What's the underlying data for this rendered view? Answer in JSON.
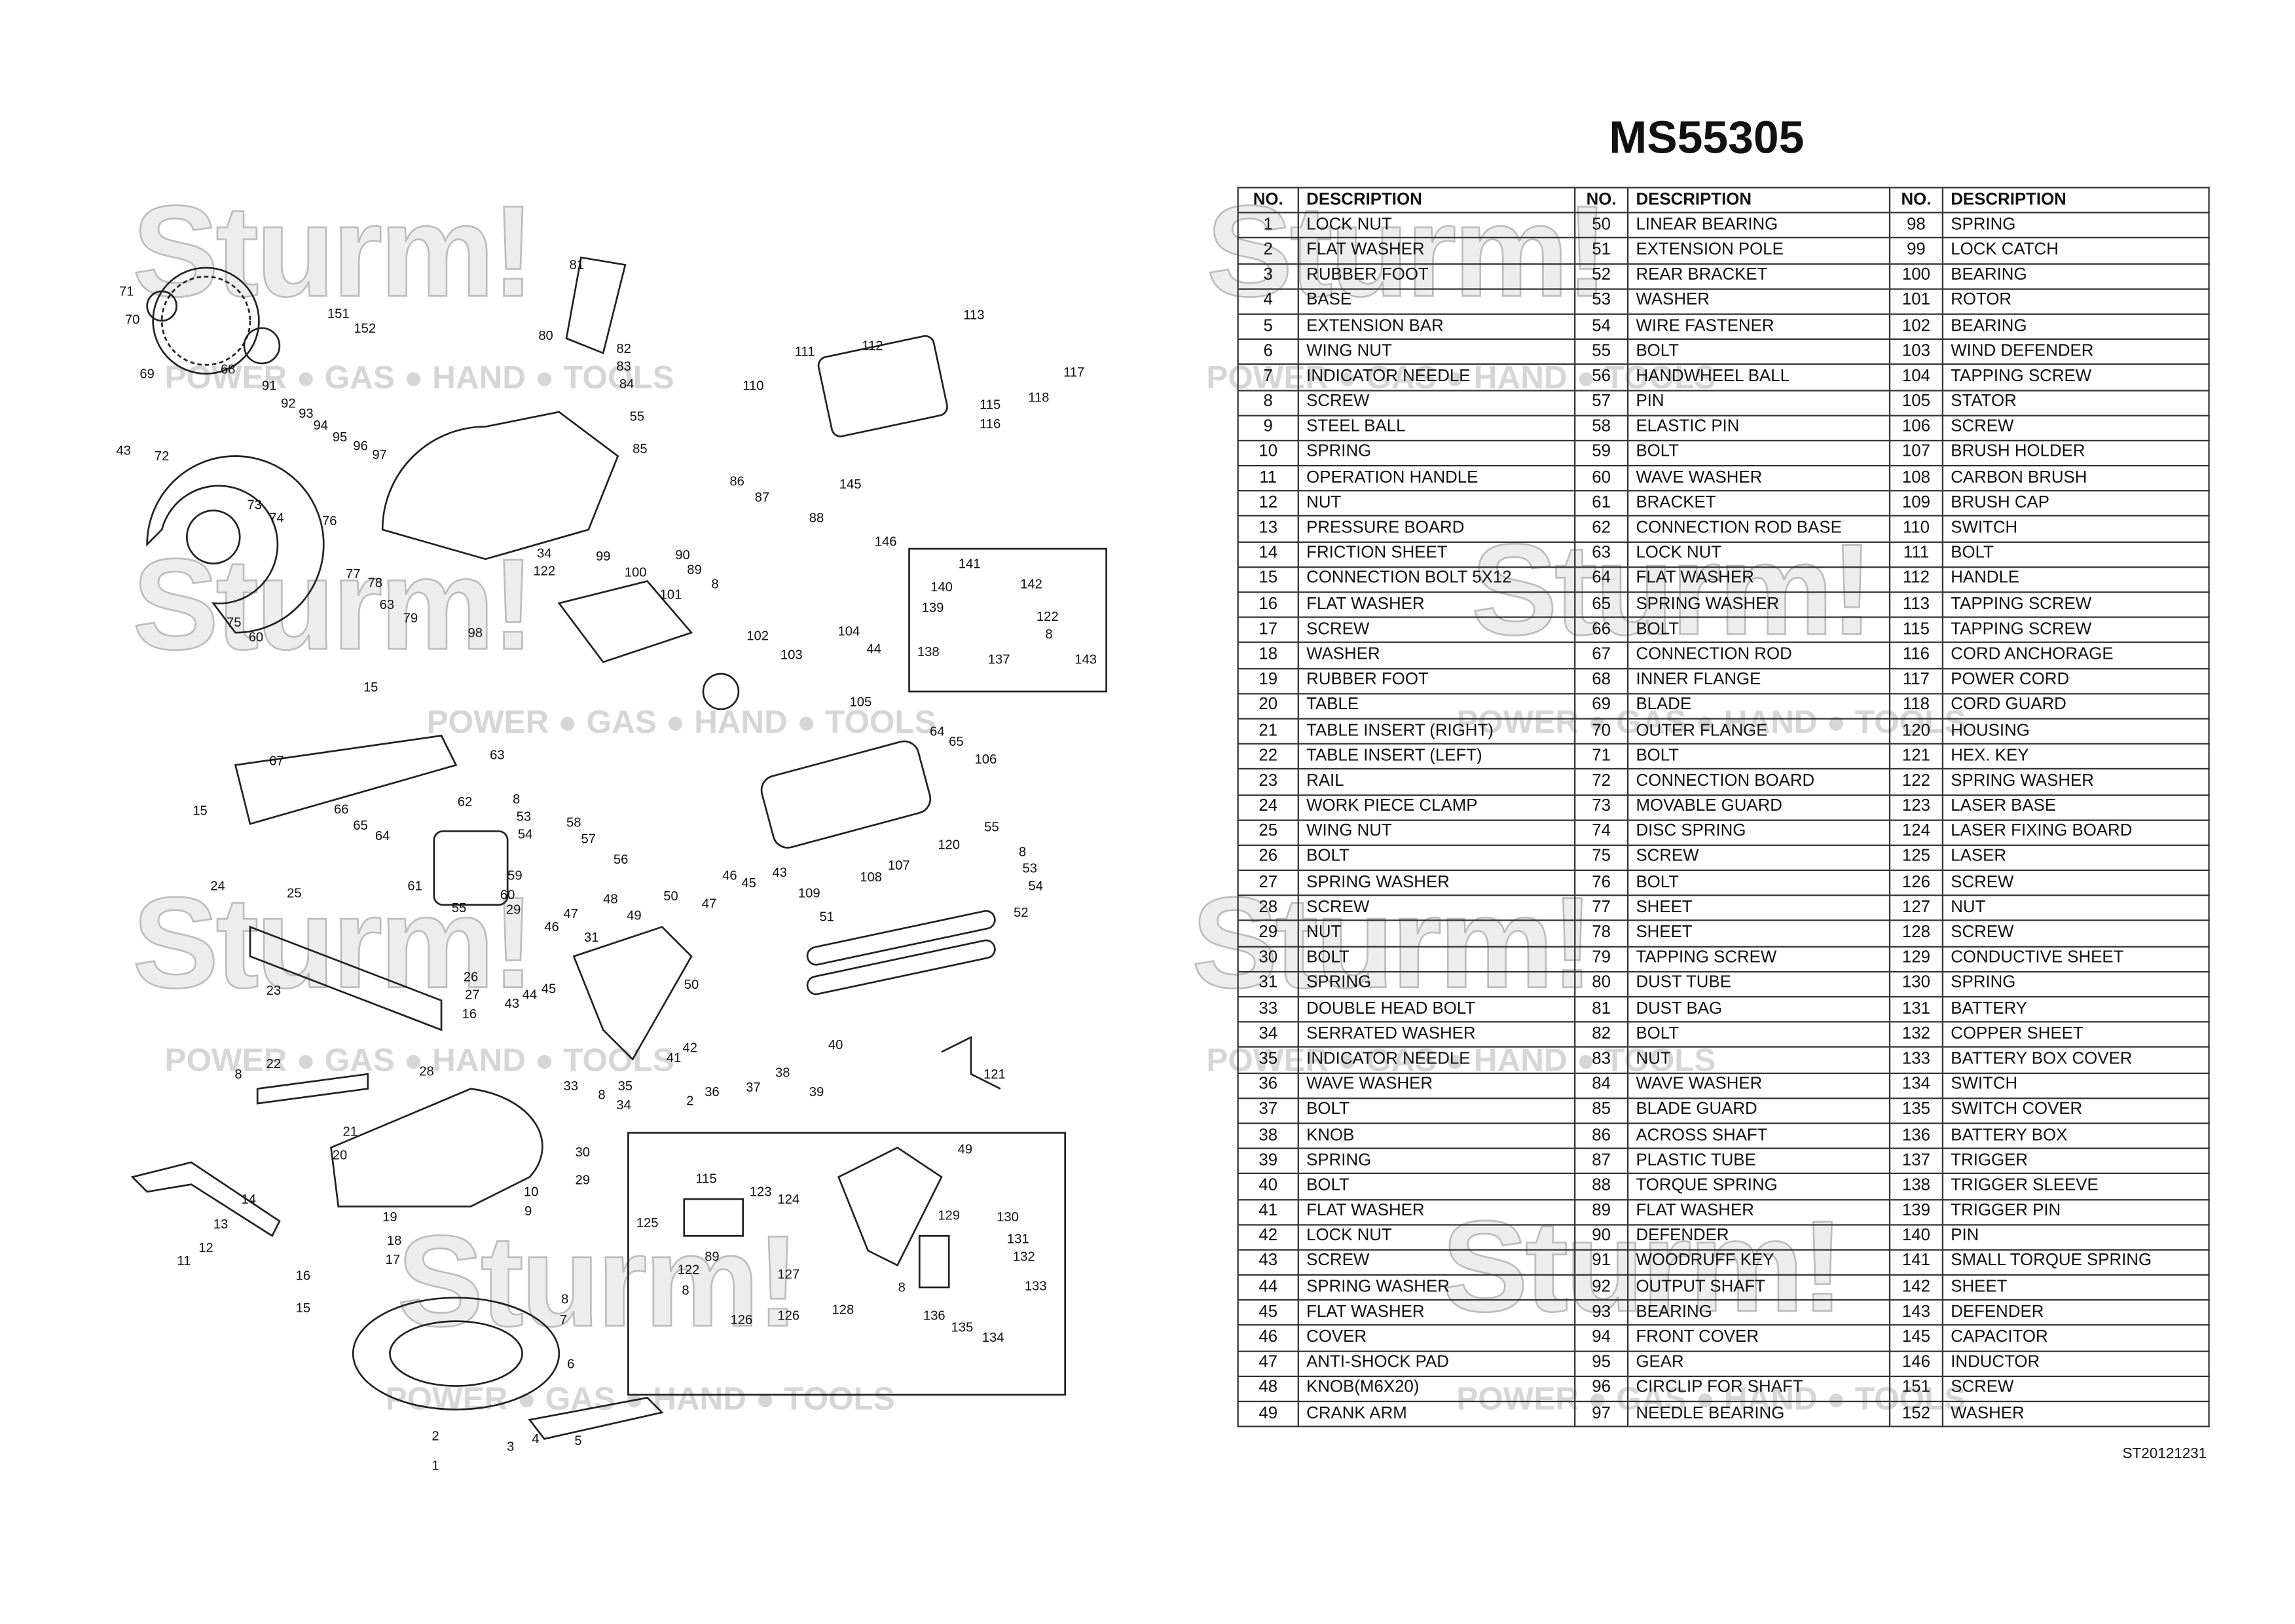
{
  "title": "MS55305",
  "doc_id": "ST20121231",
  "watermark": {
    "logo": "Sturm!",
    "tagline": "POWER ● GAS ● HAND ● TOOLS"
  },
  "table": {
    "header_no": "NO.",
    "header_desc": "DESCRIPTION",
    "columns": [
      [
        [
          "1",
          "LOCK NUT"
        ],
        [
          "2",
          "FLAT WASHER"
        ],
        [
          "3",
          "RUBBER FOOT"
        ],
        [
          "4",
          "BASE"
        ],
        [
          "5",
          "EXTENSION BAR"
        ],
        [
          "6",
          "WING NUT"
        ],
        [
          "7",
          "INDICATOR NEEDLE"
        ],
        [
          "8",
          "SCREW"
        ],
        [
          "9",
          "STEEL BALL"
        ],
        [
          "10",
          "SPRING"
        ],
        [
          "11",
          "OPERATION HANDLE"
        ],
        [
          "12",
          "NUT"
        ],
        [
          "13",
          "PRESSURE BOARD"
        ],
        [
          "14",
          "FRICTION SHEET"
        ],
        [
          "15",
          "CONNECTION BOLT 5X12"
        ],
        [
          "16",
          "FLAT WASHER"
        ],
        [
          "17",
          "SCREW"
        ],
        [
          "18",
          "WASHER"
        ],
        [
          "19",
          "RUBBER FOOT"
        ],
        [
          "20",
          "TABLE"
        ],
        [
          "21",
          "TABLE INSERT (RIGHT)"
        ],
        [
          "22",
          "TABLE INSERT (LEFT)"
        ],
        [
          "23",
          "RAIL"
        ],
        [
          "24",
          "WORK PIECE CLAMP"
        ],
        [
          "25",
          "WING NUT"
        ],
        [
          "26",
          "BOLT"
        ],
        [
          "27",
          "SPRING WASHER"
        ],
        [
          "28",
          "SCREW"
        ],
        [
          "29",
          "NUT"
        ],
        [
          "30",
          "BOLT"
        ],
        [
          "31",
          "SPRING"
        ],
        [
          "33",
          "DOUBLE HEAD BOLT"
        ],
        [
          "34",
          "SERRATED WASHER"
        ],
        [
          "35",
          "INDICATOR NEEDLE"
        ],
        [
          "36",
          "WAVE WASHER"
        ],
        [
          "37",
          "BOLT"
        ],
        [
          "38",
          "KNOB"
        ],
        [
          "39",
          "SPRING"
        ],
        [
          "40",
          "BOLT"
        ],
        [
          "41",
          "FLAT WASHER"
        ],
        [
          "42",
          "LOCK NUT"
        ],
        [
          "43",
          "SCREW"
        ],
        [
          "44",
          "SPRING WASHER"
        ],
        [
          "45",
          "FLAT WASHER"
        ],
        [
          "46",
          "COVER"
        ],
        [
          "47",
          "ANTI-SHOCK PAD"
        ],
        [
          "48",
          "KNOB(M6X20)"
        ],
        [
          "49",
          "CRANK ARM"
        ]
      ],
      [
        [
          "50",
          "LINEAR BEARING"
        ],
        [
          "51",
          "EXTENSION POLE"
        ],
        [
          "52",
          "REAR BRACKET"
        ],
        [
          "53",
          "WASHER"
        ],
        [
          "54",
          "WIRE FASTENER"
        ],
        [
          "55",
          "BOLT"
        ],
        [
          "56",
          "HANDWHEEL BALL"
        ],
        [
          "57",
          "PIN"
        ],
        [
          "58",
          "ELASTIC PIN"
        ],
        [
          "59",
          "BOLT"
        ],
        [
          "60",
          "WAVE WASHER"
        ],
        [
          "61",
          "BRACKET"
        ],
        [
          "62",
          "CONNECTION ROD BASE"
        ],
        [
          "63",
          "LOCK NUT"
        ],
        [
          "64",
          "FLAT WASHER"
        ],
        [
          "65",
          "SPRING WASHER"
        ],
        [
          "66",
          "BOLT"
        ],
        [
          "67",
          "CONNECTION ROD"
        ],
        [
          "68",
          "INNER FLANGE"
        ],
        [
          "69",
          "BLADE"
        ],
        [
          "70",
          "OUTER FLANGE"
        ],
        [
          "71",
          "BOLT"
        ],
        [
          "72",
          "CONNECTION BOARD"
        ],
        [
          "73",
          "MOVABLE GUARD"
        ],
        [
          "74",
          "DISC SPRING"
        ],
        [
          "75",
          "SCREW"
        ],
        [
          "76",
          "BOLT"
        ],
        [
          "77",
          "SHEET"
        ],
        [
          "78",
          "SHEET"
        ],
        [
          "79",
          "TAPPING SCREW"
        ],
        [
          "80",
          "DUST TUBE"
        ],
        [
          "81",
          "DUST BAG"
        ],
        [
          "82",
          "BOLT"
        ],
        [
          "83",
          "NUT"
        ],
        [
          "84",
          "WAVE WASHER"
        ],
        [
          "85",
          "BLADE GUARD"
        ],
        [
          "86",
          "ACROSS SHAFT"
        ],
        [
          "87",
          "PLASTIC TUBE"
        ],
        [
          "88",
          "TORQUE SPRING"
        ],
        [
          "89",
          "FLAT WASHER"
        ],
        [
          "90",
          "DEFENDER"
        ],
        [
          "91",
          "WOODRUFF KEY"
        ],
        [
          "92",
          "OUTPUT SHAFT"
        ],
        [
          "93",
          "BEARING"
        ],
        [
          "94",
          "FRONT COVER"
        ],
        [
          "95",
          "GEAR"
        ],
        [
          "96",
          "CIRCLIP FOR SHAFT"
        ],
        [
          "97",
          "NEEDLE BEARING"
        ]
      ],
      [
        [
          "98",
          "SPRING"
        ],
        [
          "99",
          "LOCK CATCH"
        ],
        [
          "100",
          "BEARING"
        ],
        [
          "101",
          "ROTOR"
        ],
        [
          "102",
          "BEARING"
        ],
        [
          "103",
          "WIND DEFENDER"
        ],
        [
          "104",
          "TAPPING SCREW"
        ],
        [
          "105",
          "STATOR"
        ],
        [
          "106",
          "SCREW"
        ],
        [
          "107",
          "BRUSH HOLDER"
        ],
        [
          "108",
          "CARBON BRUSH"
        ],
        [
          "109",
          "BRUSH CAP"
        ],
        [
          "110",
          "SWITCH"
        ],
        [
          "111",
          "BOLT"
        ],
        [
          "112",
          "HANDLE"
        ],
        [
          "113",
          "TAPPING SCREW"
        ],
        [
          "115",
          "TAPPING SCREW"
        ],
        [
          "116",
          "CORD ANCHORAGE"
        ],
        [
          "117",
          "POWER CORD"
        ],
        [
          "118",
          "CORD GUARD"
        ],
        [
          "120",
          "HOUSING"
        ],
        [
          "121",
          "HEX. KEY"
        ],
        [
          "122",
          "SPRING WASHER"
        ],
        [
          "123",
          "LASER BASE"
        ],
        [
          "124",
          "LASER FIXING BOARD"
        ],
        [
          "125",
          "LASER"
        ],
        [
          "126",
          "SCREW"
        ],
        [
          "127",
          "NUT"
        ],
        [
          "128",
          "SCREW"
        ],
        [
          "129",
          "CONDUCTIVE SHEET"
        ],
        [
          "130",
          "SPRING"
        ],
        [
          "131",
          "BATTERY"
        ],
        [
          "132",
          "COPPER SHEET"
        ],
        [
          "133",
          "BATTERY BOX COVER"
        ],
        [
          "134",
          "SWITCH"
        ],
        [
          "135",
          "SWITCH COVER"
        ],
        [
          "136",
          "BATTERY BOX"
        ],
        [
          "137",
          "TRIGGER"
        ],
        [
          "138",
          "TRIGGER SLEEVE"
        ],
        [
          "139",
          "TRIGGER PIN"
        ],
        [
          "140",
          "PIN"
        ],
        [
          "141",
          "SMALL TORQUE SPRING"
        ],
        [
          "142",
          "SHEET"
        ],
        [
          "143",
          "DEFENDER"
        ],
        [
          "145",
          "CAPACITOR"
        ],
        [
          "146",
          "INDUCTOR"
        ],
        [
          "151",
          "SCREW"
        ],
        [
          "152",
          "WASHER"
        ]
      ]
    ]
  },
  "callouts": [
    "71",
    "70",
    "69",
    "68",
    "151",
    "152",
    "81",
    "80",
    "82",
    "83",
    "84",
    "91",
    "92",
    "93",
    "94",
    "95",
    "96",
    "97",
    "55",
    "85",
    "43",
    "72",
    "73",
    "74",
    "76",
    "77",
    "78",
    "63",
    "79",
    "75",
    "60",
    "98",
    "34",
    "122",
    "99",
    "100",
    "101",
    "90",
    "89",
    "8",
    "86",
    "87",
    "88",
    "102",
    "103",
    "104",
    "44",
    "105",
    "106",
    "64",
    "65",
    "111",
    "112",
    "113",
    "117",
    "118",
    "110",
    "115",
    "116",
    "145",
    "146",
    "141",
    "140",
    "139",
    "138",
    "142",
    "122",
    "8",
    "137",
    "143",
    "15",
    "67",
    "63",
    "8",
    "62",
    "66",
    "65",
    "64",
    "53",
    "54",
    "15",
    "58",
    "57",
    "56",
    "61",
    "59",
    "60",
    "55",
    "29",
    "46",
    "47",
    "31",
    "48",
    "49",
    "50",
    "47",
    "46",
    "45",
    "43",
    "109",
    "108",
    "107",
    "120",
    "55",
    "8",
    "53",
    "54",
    "52",
    "51",
    "24",
    "25",
    "23",
    "26",
    "27",
    "16",
    "43",
    "44",
    "45",
    "50",
    "42",
    "41",
    "2",
    "36",
    "37",
    "38",
    "40",
    "39",
    "33",
    "8",
    "35",
    "34",
    "28",
    "22",
    "21",
    "8",
    "121",
    "20",
    "30",
    "29",
    "10",
    "9",
    "14",
    "13",
    "12",
    "11",
    "19",
    "18",
    "17",
    "16",
    "15",
    "8",
    "7",
    "6",
    "4",
    "3",
    "5",
    "2",
    "1",
    "115",
    "123",
    "124",
    "125",
    "89",
    "122",
    "8",
    "127",
    "126",
    "126",
    "128",
    "49",
    "129",
    "130",
    "131",
    "132",
    "133",
    "8",
    "136",
    "135",
    "134"
  ]
}
